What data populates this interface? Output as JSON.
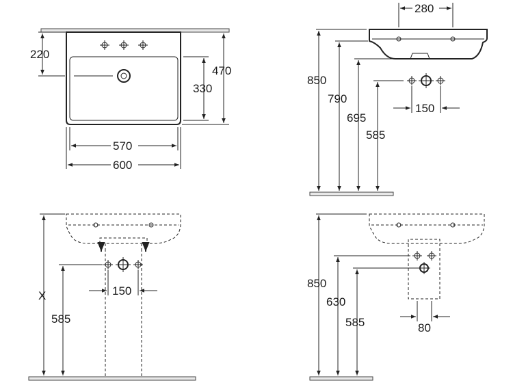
{
  "dimensions": {
    "top_left": {
      "tap_offset": "220",
      "total_depth": "470",
      "inner_depth": "330",
      "inner_width": "570",
      "total_width": "600"
    },
    "top_right": {
      "basin_depth": "280",
      "rim_height": "850",
      "underside_height": "790",
      "drain_height": "695",
      "supply_height": "585",
      "supply_spacing": "150"
    },
    "bottom_left": {
      "variable_height": "X",
      "supply_height": "585",
      "supply_spacing": "150"
    },
    "bottom_right": {
      "rim_height": "850",
      "drain_height": "630",
      "supply_height": "585",
      "supply_spacing": "80"
    }
  }
}
